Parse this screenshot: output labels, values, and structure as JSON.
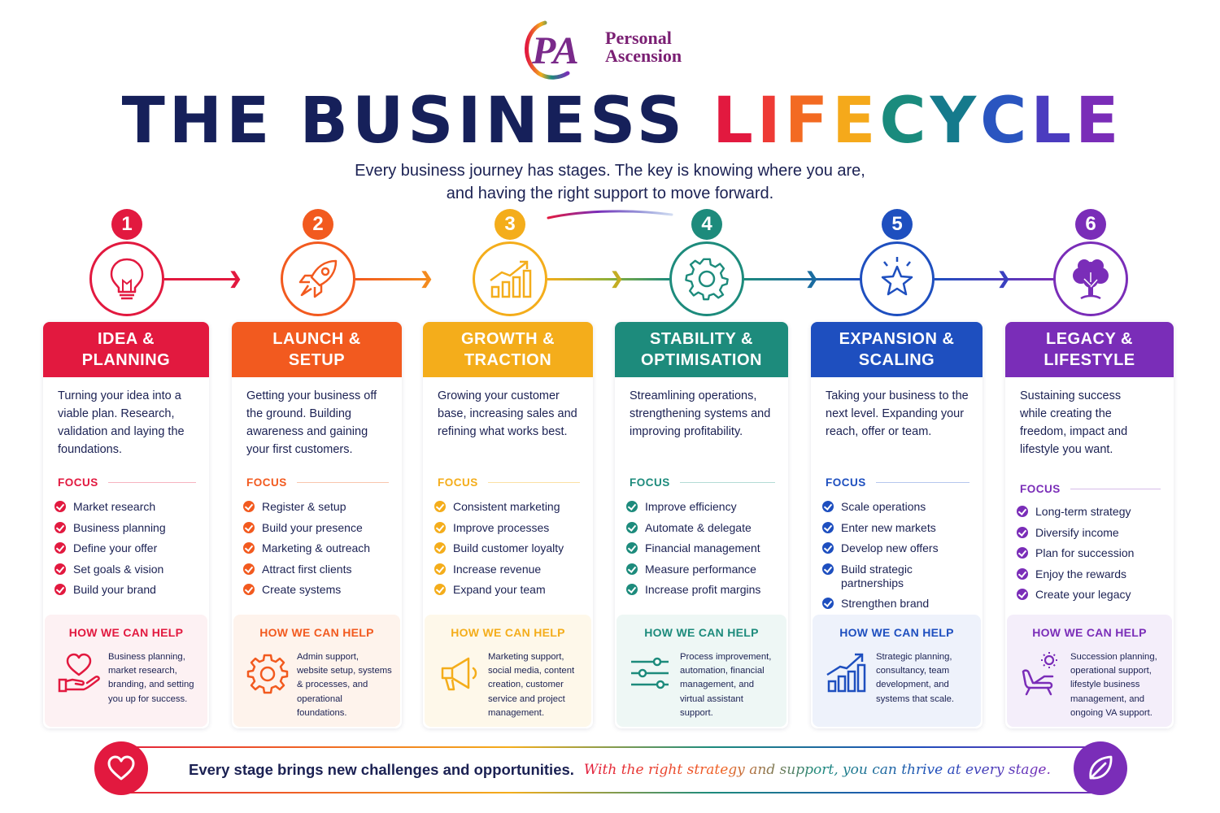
{
  "brand": {
    "monogram": "PA",
    "name_line1": "Personal",
    "name_line2": "Ascension"
  },
  "title": {
    "part1": "THE BUSINESS",
    "part2_letters": [
      "L",
      "I",
      "F",
      "E",
      "C",
      "Y",
      "C",
      "L",
      "E"
    ],
    "part2_colors": [
      "#e2193f",
      "#ee3a35",
      "#f36a22",
      "#f5a91b",
      "#1a8b7d",
      "#157a8c",
      "#2a55c0",
      "#4b3cbf",
      "#7a2db8"
    ]
  },
  "subtitle": {
    "line1": "Every business journey has stages. The key is knowing where you are,",
    "line2": "and having the right support to move forward."
  },
  "colors": {
    "stage1": "#e2193f",
    "stage2": "#f25a1f",
    "stage3": "#f4ad1b",
    "stage4": "#1d8b7c",
    "stage5": "#1e4fbf",
    "stage6": "#7a2db8",
    "navy": "#16205a"
  },
  "stages": [
    {
      "number": "1",
      "icon": "lightbulb-icon",
      "title_line1": "IDEA &",
      "title_line2": "PLANNING",
      "description": "Turning your idea into a viable plan. Research, validation and laying the foundations.",
      "focus_label": "FOCUS",
      "focus_items": [
        "Market research",
        "Business planning",
        "Define your offer",
        "Set goals & vision",
        "Build your brand"
      ],
      "help_title": "HOW WE CAN HELP",
      "help_icon": "heart-hand-icon",
      "help_text": "Business planning, market research, branding, and setting you up for success."
    },
    {
      "number": "2",
      "icon": "rocket-icon",
      "title_line1": "LAUNCH &",
      "title_line2": "SETUP",
      "description": "Getting your business off the ground. Building awareness and gaining your first customers.",
      "focus_label": "FOCUS",
      "focus_items": [
        "Register & setup",
        "Build your presence",
        "Marketing & outreach",
        "Attract first clients",
        "Create systems"
      ],
      "help_title": "HOW WE CAN HELP",
      "help_icon": "gear-icon",
      "help_text": "Admin support, website setup, systems & processes, and operational foundations."
    },
    {
      "number": "3",
      "icon": "growth-chart-icon",
      "title_line1": "GROWTH &",
      "title_line2": "TRACTION",
      "description": "Growing your customer base, increasing sales and refining what works best.",
      "focus_label": "FOCUS",
      "focus_items": [
        "Consistent marketing",
        "Improve processes",
        "Build customer loyalty",
        "Increase revenue",
        "Expand your team"
      ],
      "help_title": "HOW WE CAN HELP",
      "help_icon": "megaphone-icon",
      "help_text": "Marketing support, social media, content creation, customer service and project management."
    },
    {
      "number": "4",
      "icon": "gear-icon",
      "title_line1": "STABILITY &",
      "title_line2": "OPTIMISATION",
      "description": "Streamlining operations, strengthening systems and improving profitability.",
      "focus_label": "FOCUS",
      "focus_items": [
        "Improve efficiency",
        "Automate & delegate",
        "Financial management",
        "Measure performance",
        "Increase profit margins"
      ],
      "help_title": "HOW WE CAN HELP",
      "help_icon": "sliders-icon",
      "help_text": "Process improvement, automation, financial management, and virtual assistant support."
    },
    {
      "number": "5",
      "icon": "star-icon",
      "title_line1": "EXPANSION &",
      "title_line2": "SCALING",
      "description": "Taking your business to the next level. Expanding your reach, offer or team.",
      "focus_label": "FOCUS",
      "focus_items": [
        "Scale operations",
        "Enter new markets",
        "Develop new offers",
        "Build strategic partnerships",
        "Strengthen brand"
      ],
      "help_title": "HOW WE CAN HELP",
      "help_icon": "bar-chart-icon",
      "help_text": "Strategic planning, consultancy, team development, and systems that scale."
    },
    {
      "number": "6",
      "icon": "tree-icon",
      "title_line1": "LEGACY &",
      "title_line2": "LIFESTYLE",
      "description": "Sustaining success while creating the freedom, impact and lifestyle you want.",
      "focus_label": "FOCUS",
      "focus_items": [
        "Long-term strategy",
        "Diversify income",
        "Plan for succession",
        "Enjoy the rewards",
        "Create your legacy"
      ],
      "help_title": "HOW WE CAN HELP",
      "help_icon": "lounge-chair-icon",
      "help_text": "Succession planning, operational support, lifestyle business management, and ongoing VA support."
    }
  ],
  "footer": {
    "strong_text": "Every stage brings new challenges and opportunities.",
    "script_text": "With the right strategy and support, you can thrive at every stage.",
    "left_icon": "heart-icon",
    "right_icon": "leaf-icon"
  }
}
